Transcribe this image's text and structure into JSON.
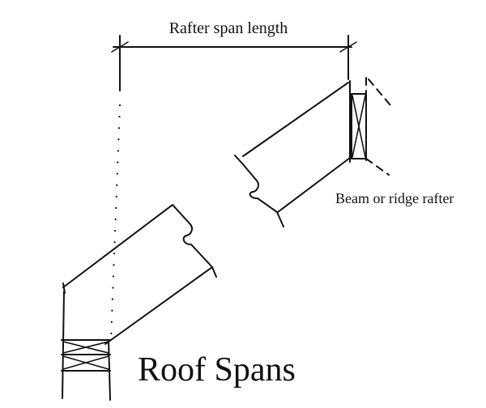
{
  "labels": {
    "span": "Rafter span length",
    "beam": "Beam or ridge rafter",
    "title": "Roof Spans"
  }
}
